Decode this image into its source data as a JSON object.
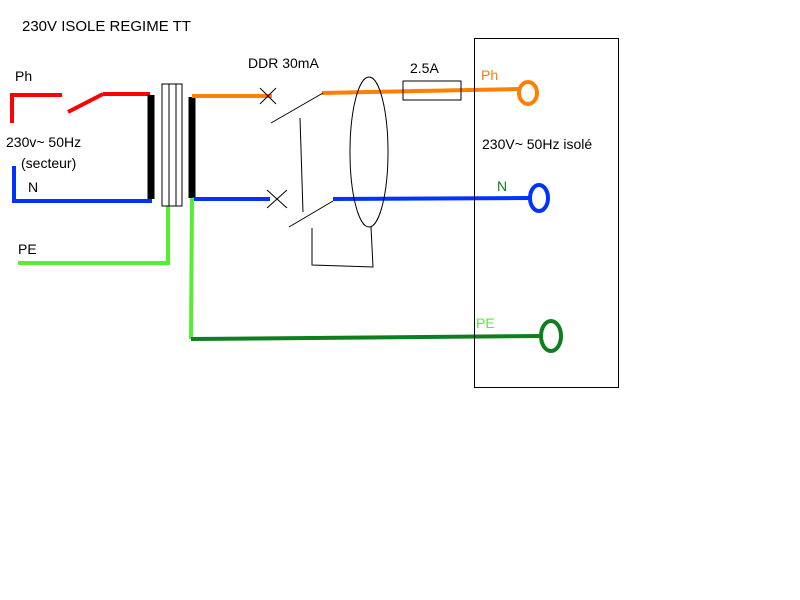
{
  "title": "230V ISOLE REGIME TT",
  "labels": {
    "ph_left": "Ph",
    "supply_line1": "230v~ 50Hz",
    "supply_line2": "(secteur)",
    "n_left": "N",
    "pe_left": "PE",
    "ddr": "DDR 30mA",
    "fuse": "2.5A",
    "ph_right": "Ph",
    "output_box": "230V~ 50Hz isolé",
    "n_right": "N",
    "pe_right": "PE"
  },
  "colors": {
    "phase_supply": "#ff0000",
    "phase_output": "#ff7f00",
    "neutral": "#0033ff",
    "pe_supply": "#55ee33",
    "pe_output": "#0d7f1f",
    "outline": "#000000"
  }
}
